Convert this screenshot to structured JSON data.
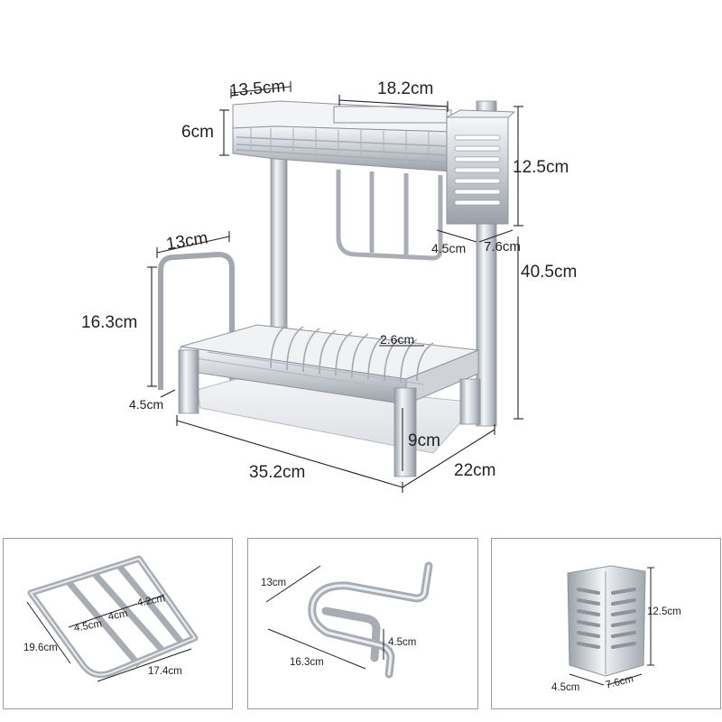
{
  "main_rack": {
    "dimensions": {
      "top_shelf_depth": "13.5cm",
      "top_shelf_width": "18.2cm",
      "top_shelf_height": "6cm",
      "cup_holder_height": "12.5cm",
      "cup_holder_depth": "4.5cm",
      "cup_holder_width": "7.6cm",
      "total_height": "40.5cm",
      "board_holder_width": "13cm",
      "board_holder_height": "16.3cm",
      "board_holder_depth": "4.5cm",
      "dish_slot_gap": "2.6cm",
      "leg_height": "9cm",
      "total_width": "35.2cm",
      "total_depth": "22cm"
    }
  },
  "details": {
    "board_holder": {
      "slot_a": "4.5cm",
      "slot_b": "4cm",
      "slot_c": "4.2cm",
      "height": "19.6cm",
      "width": "17.4cm"
    },
    "towel_hook": {
      "depth": "13cm",
      "width": "16.3cm",
      "height": "4.5cm"
    },
    "cutlery_holder": {
      "height": "12.5cm",
      "depth": "4.5cm",
      "width": "7.6cm"
    }
  },
  "colors": {
    "steel_light": "#eef0f3",
    "steel_mid": "#c9cdd3",
    "steel_dark": "#8e949c",
    "line": "#333333",
    "panel_border": "#9a9a9a"
  }
}
